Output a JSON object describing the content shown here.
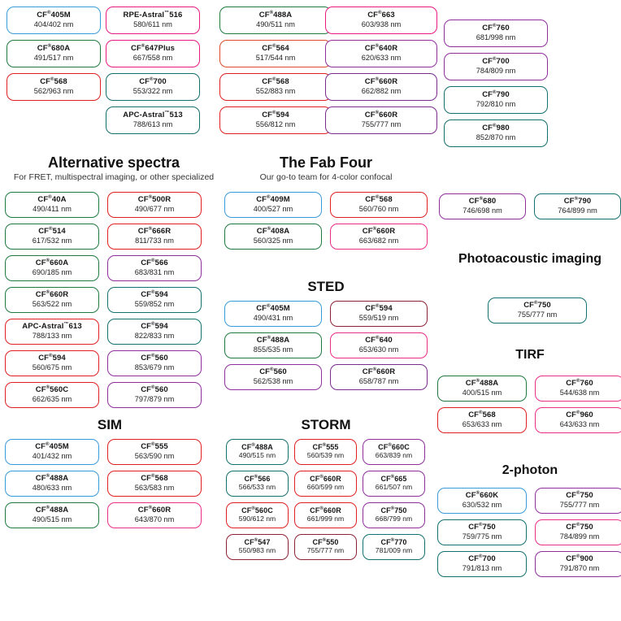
{
  "colors": {
    "blue": "#3a9bd9",
    "green": "#1f7a3f",
    "teal": "#14706e",
    "red": "#e02020",
    "orange_red": "#e04a2a",
    "magenta": "#e8197f",
    "pink": "#ec2c86",
    "purple": "#8e2f9c",
    "violet": "#7b2a8e",
    "maroon": "#8d2236",
    "text": "#1a1a1a"
  },
  "top_band": {
    "columns": [
      {
        "name": "top-column-1",
        "pills": [
          {
            "name": "CF",
            "sup": "®",
            "num": "405M",
            "spec": "404/402 nm",
            "color": "blue"
          },
          {
            "name": "CF",
            "sup": "®",
            "num": "680A",
            "spec": "491/517 nm",
            "color": "green"
          },
          {
            "name": "CF",
            "sup": "®",
            "num": "568",
            "spec": "562/963 nm",
            "color": "red"
          }
        ]
      },
      {
        "name": "top-column-2",
        "pills": [
          {
            "name": "RPE-Astral",
            "sup": "™",
            "num": "516",
            "spec": "580/611 nm",
            "color": "magenta"
          },
          {
            "name": "CF",
            "sup": "®",
            "num": "647Plus",
            "spec": "667/558 nm",
            "color": "magenta"
          },
          {
            "name": "CF",
            "sup": "®",
            "num": "700",
            "spec": "553/322 nm",
            "color": "teal"
          },
          {
            "name": "APC-Astral",
            "sup": "™",
            "num": "513",
            "spec": "788/613 nm",
            "color": "teal"
          }
        ]
      },
      {
        "name": "top-column-3",
        "pills": [
          {
            "name": "CF",
            "sup": "®",
            "num": "488A",
            "spec": "490/511 nm",
            "color": "green"
          },
          {
            "name": "CF",
            "sup": "®",
            "num": "564",
            "spec": "517/544 nm",
            "color": "orange_red"
          },
          {
            "name": "CF",
            "sup": "®",
            "num": "568",
            "spec": "552/883 nm",
            "color": "red"
          },
          {
            "name": "CF",
            "sup": "®",
            "num": "594",
            "spec": "556/812 nm",
            "color": "red"
          }
        ]
      },
      {
        "name": "top-column-4",
        "pills": [
          {
            "name": "CF",
            "sup": "®",
            "num": "663",
            "spec": "603/938 nm",
            "color": "magenta"
          },
          {
            "name": "CF",
            "sup": "®",
            "num": "640R",
            "spec": "620/633 nm",
            "color": "purple"
          },
          {
            "name": "CF",
            "sup": "®",
            "num": "660R",
            "spec": "662/882 nm",
            "color": "violet"
          },
          {
            "name": "CF",
            "sup": "®",
            "num": "660R",
            "spec": "755/777 nm",
            "color": "violet"
          }
        ]
      },
      {
        "name": "top-column-5",
        "pills": [
          {
            "name": "CF",
            "sup": "®",
            "num": "760",
            "spec": "681/998 nm",
            "color": "purple"
          },
          {
            "name": "CF",
            "sup": "®",
            "num": "700",
            "spec": "784/809 nm",
            "color": "purple"
          },
          {
            "name": "CF",
            "sup": "®",
            "num": "790",
            "spec": "792/810 nm",
            "color": "teal"
          },
          {
            "name": "CF",
            "sup": "®",
            "num": "980",
            "spec": "852/870 nm",
            "color": "teal"
          }
        ]
      }
    ]
  },
  "sections": {
    "alternative": {
      "heading": "Alternative spectra",
      "subheading": "For FRET, multispectral imaging, or other specialized",
      "columns": [
        {
          "name": "alt-column-1",
          "pills": [
            {
              "name": "CF",
              "sup": "®",
              "num": "40A",
              "spec": "490/411 nm",
              "color": "green"
            },
            {
              "name": "CF",
              "sup": "®",
              "num": "514",
              "spec": "617/532 nm",
              "color": "green"
            },
            {
              "name": "CF",
              "sup": "®",
              "num": "660A",
              "spec": "690/185 nm",
              "color": "green"
            },
            {
              "name": "CF",
              "sup": "®",
              "num": "660R",
              "spec": "563/522 nm",
              "color": "green"
            },
            {
              "name": "APC-Astral",
              "sup": "™",
              "num": "613",
              "spec": "788/133 nm",
              "color": "red"
            },
            {
              "name": "CF",
              "sup": "®",
              "num": "594",
              "spec": "560/675 nm",
              "color": "red"
            },
            {
              "name": "CF",
              "sup": "®",
              "num": "560C",
              "spec": "662/635 nm",
              "color": "red"
            }
          ]
        },
        {
          "name": "alt-column-2",
          "pills": [
            {
              "name": "CF",
              "sup": "®",
              "num": "500R",
              "spec": "490/677 nm",
              "color": "red"
            },
            {
              "name": "CF",
              "sup": "®",
              "num": "666R",
              "spec": "811/733 nm",
              "color": "red"
            },
            {
              "name": "CF",
              "sup": "®",
              "num": "566",
              "spec": "683/831 nm",
              "color": "purple"
            },
            {
              "name": "CF",
              "sup": "®",
              "num": "594",
              "spec": "559/852 nm",
              "color": "teal"
            },
            {
              "name": "CF",
              "sup": "®",
              "num": "594",
              "spec": "822/833 nm",
              "color": "teal"
            },
            {
              "name": "CF",
              "sup": "®",
              "num": "560",
              "spec": "853/679 nm",
              "color": "purple"
            },
            {
              "name": "CF",
              "sup": "®",
              "num": "560",
              "spec": "797/879 nm",
              "color": "purple"
            }
          ]
        }
      ]
    },
    "fab_four": {
      "heading": "The Fab Four",
      "subheading": "Our go-to team for 4-color confocal",
      "columns": [
        {
          "name": "fab-column-1",
          "pills": [
            {
              "name": "CF",
              "sup": "®",
              "num": "409M",
              "spec": "400/527 nm",
              "color": "blue"
            },
            {
              "name": "CF",
              "sup": "®",
              "num": "408A",
              "spec": "560/325 nm",
              "color": "green"
            }
          ]
        },
        {
          "name": "fab-column-2",
          "pills": [
            {
              "name": "CF",
              "sup": "®",
              "num": "568",
              "spec": "560/760 nm",
              "color": "red"
            },
            {
              "name": "CF",
              "sup": "®",
              "num": "660R",
              "spec": "663/682 nm",
              "color": "pink"
            }
          ]
        }
      ]
    },
    "sted": {
      "heading": "STED",
      "columns": [
        {
          "name": "sted-column-1",
          "pills": [
            {
              "name": "CF",
              "sup": "®",
              "num": "405M",
              "spec": "490/431 nm",
              "color": "blue"
            },
            {
              "name": "CF",
              "sup": "®",
              "num": "488A",
              "spec": "855/535 nm",
              "color": "green"
            },
            {
              "name": "CF",
              "sup": "®",
              "num": "560",
              "spec": "562/538 nm",
              "color": "purple"
            }
          ]
        },
        {
          "name": "sted-column-2",
          "pills": [
            {
              "name": "CF",
              "sup": "®",
              "num": "594",
              "spec": "559/519 nm",
              "color": "maroon"
            },
            {
              "name": "CF",
              "sup": "®",
              "num": "640",
              "spec": "653/630 nm",
              "color": "pink"
            },
            {
              "name": "CF",
              "sup": "®",
              "num": "660R",
              "spec": "658/787 nm",
              "color": "violet"
            }
          ]
        }
      ]
    },
    "sim": {
      "heading": "SIM",
      "columns": [
        {
          "name": "sim-column-1",
          "pills": [
            {
              "name": "CF",
              "sup": "®",
              "num": "405M",
              "spec": "401/432 nm",
              "color": "blue"
            },
            {
              "name": "CF",
              "sup": "®",
              "num": "488A",
              "spec": "480/633 nm",
              "color": "blue"
            },
            {
              "name": "CF",
              "sup": "®",
              "num": "488A",
              "spec": "490/515 nm",
              "color": "green"
            }
          ]
        },
        {
          "name": "sim-column-2",
          "pills": [
            {
              "name": "CF",
              "sup": "®",
              "num": "555",
              "spec": "563/590 nm",
              "color": "red"
            },
            {
              "name": "CF",
              "sup": "®",
              "num": "568",
              "spec": "563/583 nm",
              "color": "red"
            },
            {
              "name": "CF",
              "sup": "®",
              "num": "660R",
              "spec": "643/870 nm",
              "color": "pink"
            }
          ]
        }
      ]
    },
    "storm": {
      "heading": "STORM",
      "columns": [
        {
          "name": "storm-column-1",
          "pills": [
            {
              "name": "CF",
              "sup": "®",
              "num": "488A",
              "spec": "490/515 nm",
              "color": "teal"
            },
            {
              "name": "CF",
              "sup": "®",
              "num": "566",
              "spec": "566/533 nm",
              "color": "teal"
            },
            {
              "name": "CF",
              "sup": "®",
              "num": "560C",
              "spec": "590/612 nm",
              "color": "red"
            },
            {
              "name": "CF",
              "sup": "®",
              "num": "547",
              "spec": "550/983 nm",
              "color": "maroon"
            }
          ]
        },
        {
          "name": "storm-column-2",
          "pills": [
            {
              "name": "CF",
              "sup": "®",
              "num": "555",
              "spec": "560/539 nm",
              "color": "red"
            },
            {
              "name": "CF",
              "sup": "®",
              "num": "660R",
              "spec": "660/599 nm",
              "color": "red"
            },
            {
              "name": "CF",
              "sup": "®",
              "num": "660R",
              "spec": "661/999 nm",
              "color": "red"
            },
            {
              "name": "CF",
              "sup": "®",
              "num": "550",
              "spec": "755/777 nm",
              "color": "maroon"
            }
          ]
        },
        {
          "name": "storm-column-3",
          "pills": [
            {
              "name": "CF",
              "sup": "®",
              "num": "660C",
              "spec": "663/839 nm",
              "color": "purple"
            },
            {
              "name": "CF",
              "sup": "®",
              "num": "665",
              "spec": "661/507 nm",
              "color": "purple"
            },
            {
              "name": "CF",
              "sup": "®",
              "num": "750",
              "spec": "668/799 nm",
              "color": "purple"
            },
            {
              "name": "CF",
              "sup": "®",
              "num": "770",
              "spec": "781/009 nm",
              "color": "teal"
            }
          ]
        }
      ]
    },
    "alt_right": {
      "columns": [
        {
          "name": "alt-right-column-1",
          "pills": [
            {
              "name": "CF",
              "sup": "®",
              "num": "680",
              "spec": "746/698 nm",
              "color": "purple"
            }
          ]
        },
        {
          "name": "alt-right-column-2",
          "pills": [
            {
              "name": "CF",
              "sup": "®",
              "num": "790",
              "spec": "764/899 nm",
              "color": "teal"
            }
          ]
        }
      ]
    },
    "photoacoustic": {
      "heading": "Photoacoustic imaging",
      "pills": [
        {
          "name": "CF",
          "sup": "®",
          "num": "750",
          "spec": "755/777 nm",
          "color": "teal"
        }
      ]
    },
    "tirf": {
      "heading": "TIRF",
      "columns": [
        {
          "name": "tirf-column-1",
          "pills": [
            {
              "name": "CF",
              "sup": "®",
              "num": "488A",
              "spec": "400/515 nm",
              "color": "green"
            },
            {
              "name": "CF",
              "sup": "®",
              "num": "568",
              "spec": "653/633 nm",
              "color": "red"
            }
          ]
        },
        {
          "name": "tirf-column-2",
          "pills": [
            {
              "name": "CF",
              "sup": "®",
              "num": "760",
              "spec": "544/638 nm",
              "color": "pink"
            },
            {
              "name": "CF",
              "sup": "®",
              "num": "960",
              "spec": "643/633 nm",
              "color": "pink"
            }
          ]
        }
      ]
    },
    "two_photon": {
      "heading": "2-photon",
      "columns": [
        {
          "name": "twophoton-column-1",
          "pills": [
            {
              "name": "CF",
              "sup": "®",
              "num": "660K",
              "spec": "630/532 nm",
              "color": "blue"
            },
            {
              "name": "CF",
              "sup": "®",
              "num": "750",
              "spec": "759/775 nm",
              "color": "teal"
            },
            {
              "name": "CF",
              "sup": "®",
              "num": "700",
              "spec": "791/813 nm",
              "color": "teal"
            }
          ]
        },
        {
          "name": "twophoton-column-2",
          "pills": [
            {
              "name": "CF",
              "sup": "®",
              "num": "750",
              "spec": "755/777 nm",
              "color": "purple"
            },
            {
              "name": "CF",
              "sup": "®",
              "num": "750",
              "spec": "784/899 nm",
              "color": "pink"
            },
            {
              "name": "CF",
              "sup": "®",
              "num": "900",
              "spec": "791/870 nm",
              "color": "purple"
            }
          ]
        }
      ]
    }
  }
}
